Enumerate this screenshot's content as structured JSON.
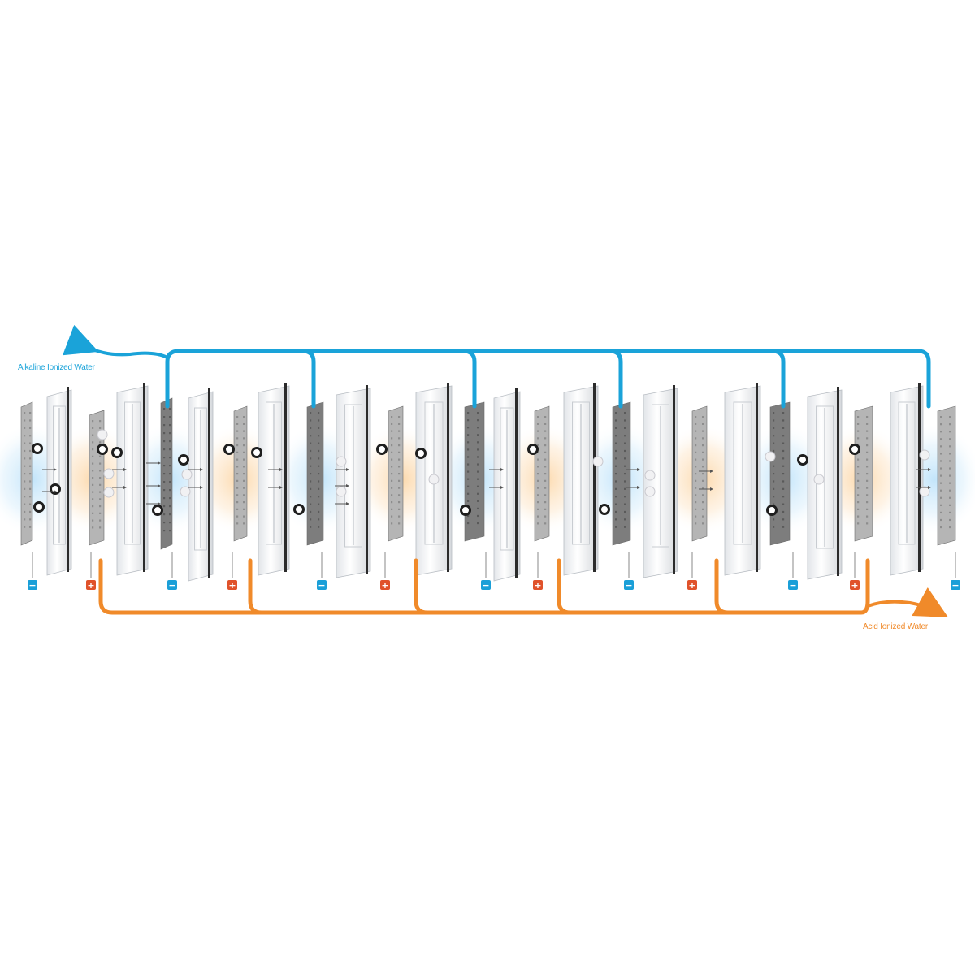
{
  "labels": {
    "alkaline_output": "Alkaline Ionized Water",
    "acid_output": "Acid Ionized Water"
  },
  "colors": {
    "alkaline": "#1aa3d9",
    "acid": "#f08a2a",
    "negative_badge": "#1a9fd8",
    "positive_badge": "#e0522a",
    "plate_dark": "#7d7d7d",
    "plate_light": "#b5b5b5",
    "frame": "#f4f6f8",
    "glow_blue": "#cfe9fb",
    "glow_orange": "#fde3c4"
  },
  "electrodes": {
    "polarity_sequence": [
      "negative",
      "positive",
      "negative",
      "positive",
      "negative",
      "positive",
      "negative",
      "positive",
      "negative",
      "positive",
      "negative",
      "positive",
      "negative"
    ],
    "negative_symbol": "−",
    "positive_symbol": "+"
  },
  "icons": [
    "electrode-plate-icon",
    "membrane-frame-icon",
    "ion-circle-icon",
    "polarity-badge-icon",
    "flow-arrow-icon"
  ]
}
